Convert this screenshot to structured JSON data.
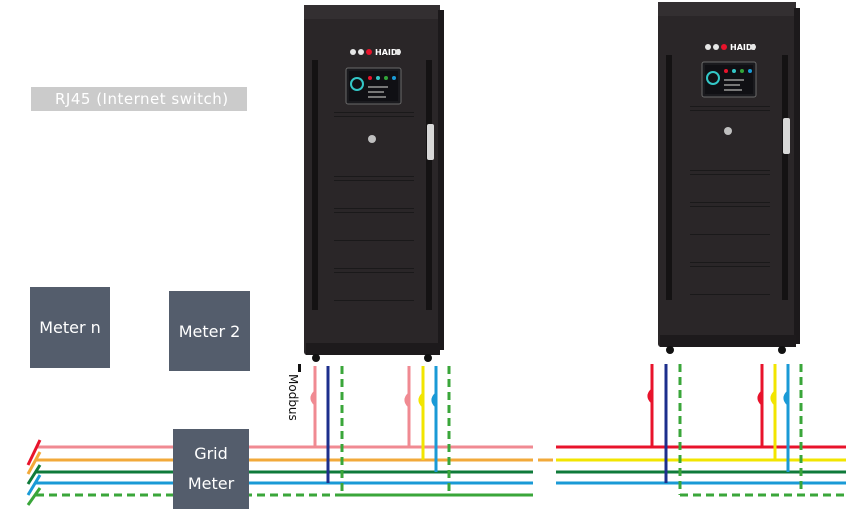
{
  "rj45_label": "RJ45 (Internet switch)",
  "meter_n_label": "Meter n",
  "meter_2_label": "Meter 2",
  "grid_meter_line1": "Grid",
  "grid_meter_line2": "Meter",
  "modbus_label": "Modbus",
  "brand_logo": "HAIDI",
  "colors": {
    "cabinet": "#2a2628",
    "box": "#545d6c",
    "l1_red": "#e8132b",
    "l1_pink": "#f08a92",
    "l2_yellow": "#f2e500",
    "l2_orange": "#f2a93a",
    "l3_green": "#0f7a3a",
    "l3_blue": "#1a9ad6",
    "neutral_blue": "#1d2f8c",
    "pe_green_dashed": "#3aa63a"
  }
}
